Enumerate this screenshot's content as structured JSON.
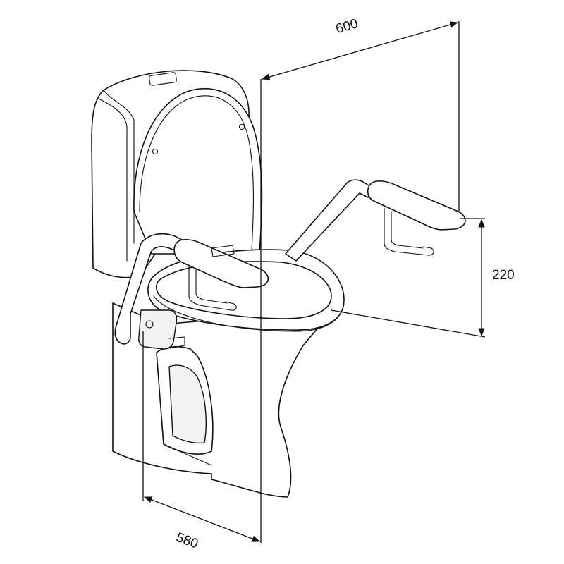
{
  "dimensions": {
    "width_label": "600",
    "height_label": "220",
    "depth_label": "580"
  },
  "colors": {
    "line": "#111111",
    "background": "#ffffff",
    "shade": "#f2f2f2"
  }
}
